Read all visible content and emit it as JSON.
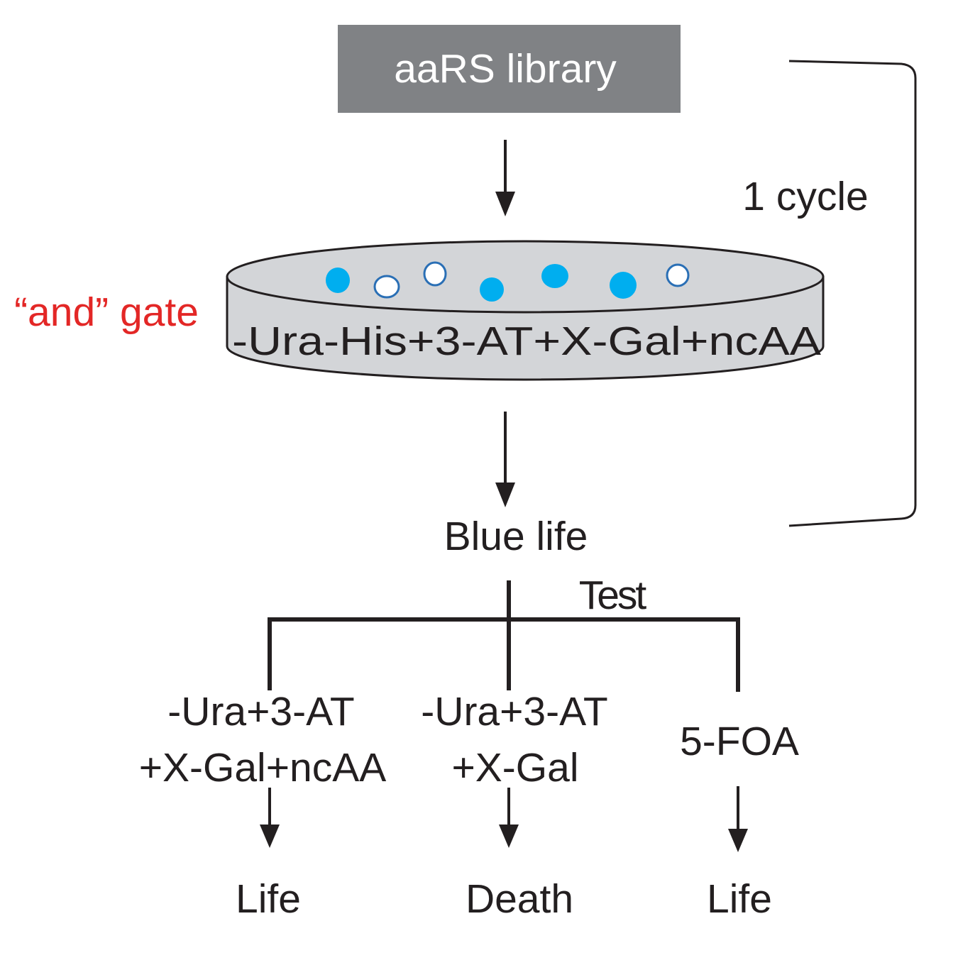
{
  "header": {
    "library_label": "aaRS library"
  },
  "cycle": {
    "label": "1 cycle"
  },
  "gate": {
    "label": "“and” gate"
  },
  "plate": {
    "medium_label": "-Ura-His+3-AT+X-Gal+ncAA"
  },
  "result": {
    "label": "Blue life"
  },
  "test": {
    "label": "Test",
    "branches": [
      {
        "condition_line1": "-Ura+3-AT",
        "condition_line2": "+X-Gal+ncAA",
        "outcome": "Life"
      },
      {
        "condition_line1": "-Ura+3-AT",
        "condition_line2": "+X-Gal",
        "outcome": "Death"
      },
      {
        "condition_line1": "5-FOA",
        "condition_line2": "",
        "outcome": "Life"
      }
    ]
  },
  "colors": {
    "library_box_fill": "#808285",
    "library_text": "#ffffff",
    "gate_text": "#e32726",
    "plate_fill": "#d3d5d8",
    "plate_stroke": "#231f20",
    "colony_blue": "#00aeef",
    "colony_outline": "#2a6fb5",
    "line": "#231f20"
  }
}
